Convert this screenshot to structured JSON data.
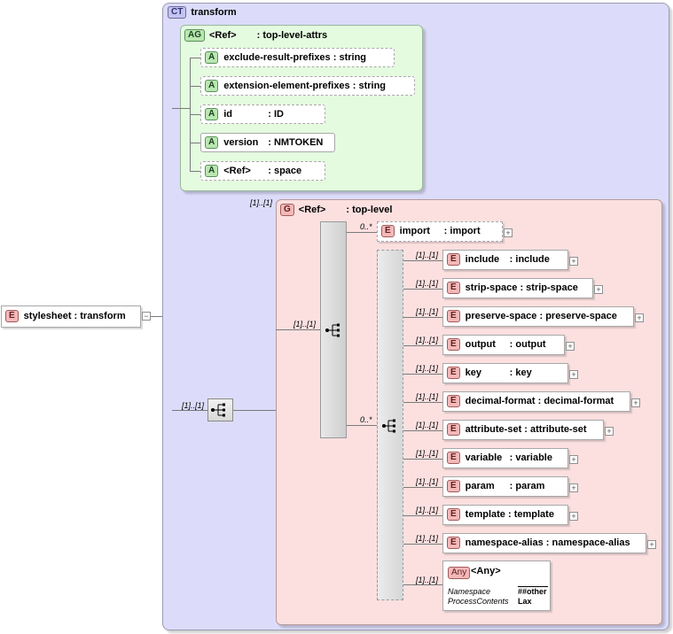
{
  "root": {
    "badge": "E",
    "name": "stylesheet",
    "type": ": transform"
  },
  "complex_type": {
    "badge": "CT",
    "name": "transform"
  },
  "attribute_group": {
    "badge": "AG",
    "name": "<Ref>",
    "ref": ": top-level-attrs",
    "attributes": [
      {
        "badge": "A",
        "name": "exclude-result-prefixes",
        "type": ": string"
      },
      {
        "badge": "A",
        "name": "extension-element-prefixes",
        "type": ": string"
      },
      {
        "badge": "A",
        "name": "id",
        "type": ": ID"
      },
      {
        "badge": "A",
        "name": "version",
        "type": ": NMTOKEN"
      },
      {
        "badge": "A",
        "name": "<Ref>",
        "type": ": space"
      }
    ]
  },
  "group": {
    "badge": "G",
    "name": "<Ref>",
    "ref": ": top-level",
    "card": "[1]..[1]",
    "import": {
      "badge": "E",
      "name": "import",
      "type": ": import",
      "card": "0..*"
    },
    "choice_card": "0..*",
    "elements": [
      {
        "badge": "E",
        "name": "include",
        "type": ": include",
        "card": "[1]..[1]"
      },
      {
        "badge": "E",
        "name": "strip-space",
        "type": ": strip-space",
        "card": "[1]..[1]"
      },
      {
        "badge": "E",
        "name": "preserve-space",
        "type": ": preserve-space",
        "card": "[1]..[1]"
      },
      {
        "badge": "E",
        "name": "output",
        "type": ": output",
        "card": "[1]..[1]"
      },
      {
        "badge": "E",
        "name": "key",
        "type": ": key",
        "card": "[1]..[1]"
      },
      {
        "badge": "E",
        "name": "decimal-format",
        "type": ": decimal-format",
        "card": "[1]..[1]"
      },
      {
        "badge": "E",
        "name": "attribute-set",
        "type": ": attribute-set",
        "card": "[1]..[1]"
      },
      {
        "badge": "E",
        "name": "variable",
        "type": ": variable",
        "card": "[1]..[1]"
      },
      {
        "badge": "E",
        "name": "param",
        "type": ": param",
        "card": "[1]..[1]"
      },
      {
        "badge": "E",
        "name": "template",
        "type": ": template",
        "card": "[1]..[1]"
      },
      {
        "badge": "E",
        "name": "namespace-alias",
        "type": ": namespace-alias",
        "card": "[1]..[1]"
      }
    ],
    "any": {
      "badge": "Any",
      "name": "<Any>",
      "card": "[1]..[1]",
      "namespace_label": "Namespace",
      "namespace_value": "##other",
      "process_label": "ProcessContents",
      "process_value": "Lax"
    }
  },
  "outer_sequence_card": "[1]..[1]",
  "inner_sequence_card": "[1]..[1]",
  "plus_symbol": "+",
  "minus_symbol": "−"
}
